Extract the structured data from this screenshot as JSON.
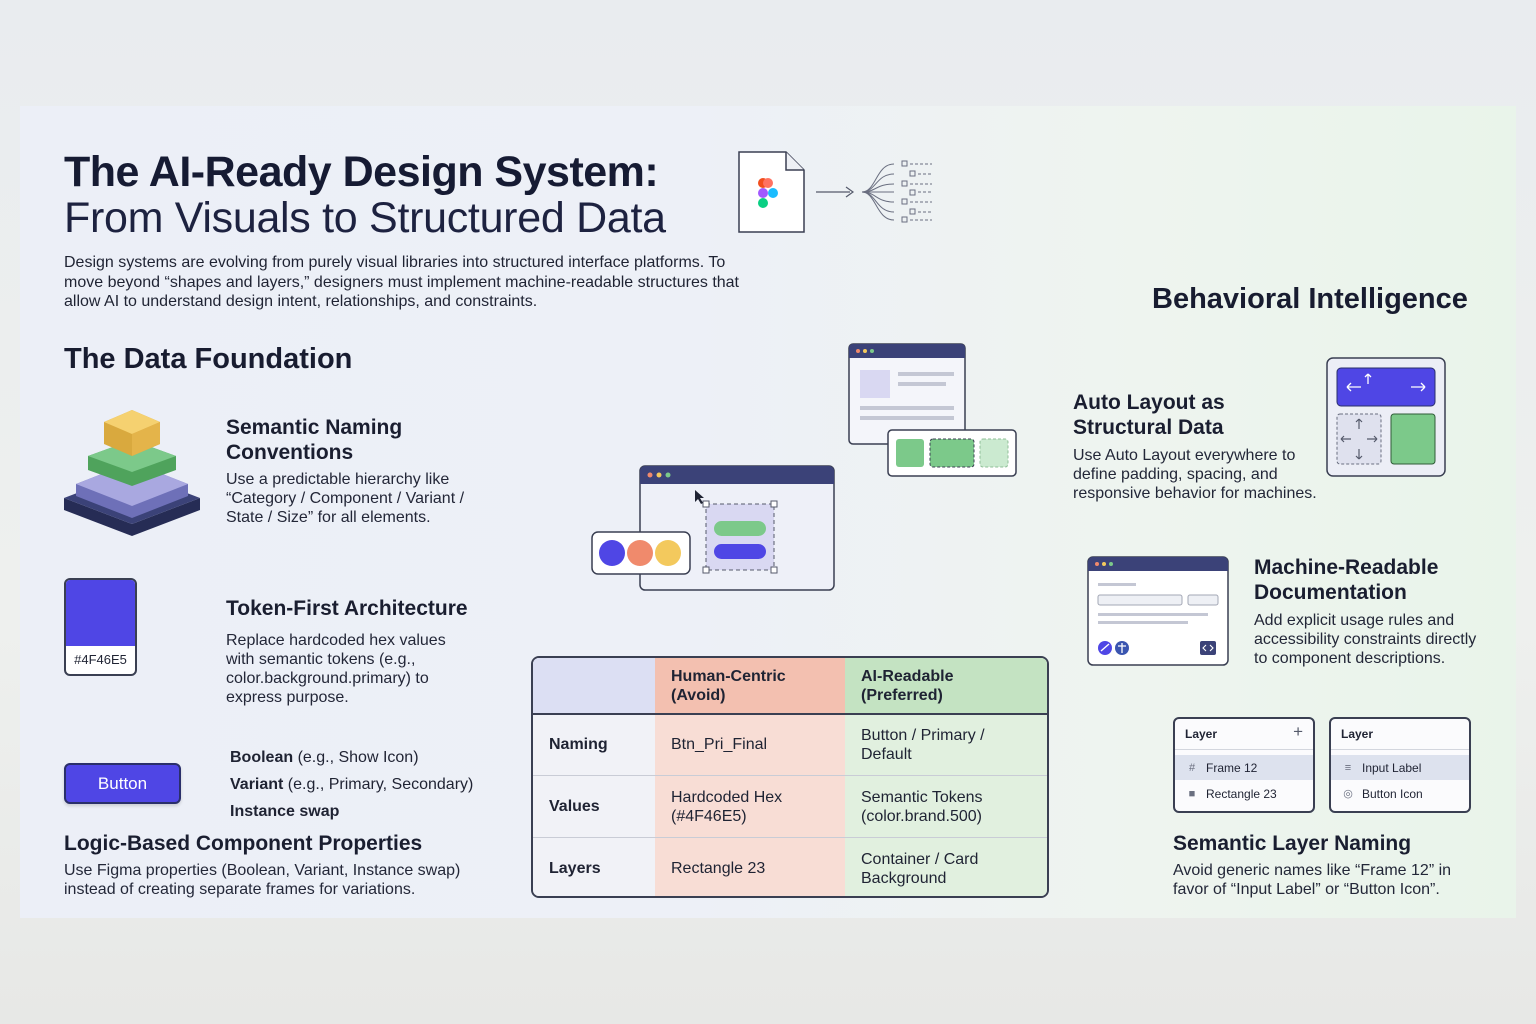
{
  "header": {
    "title_line1": "The AI-Ready Design System:",
    "title_line2": "From Visuals to Structured Data",
    "intro": "Design systems are evolving from purely visual libraries into structured interface platforms. To move beyond “shapes and layers,” designers must implement machine-readable structures that allow AI to understand design intent, relationships, and constraints."
  },
  "data_foundation": {
    "heading": "The Data Foundation",
    "semantic_naming": {
      "title": "Semantic Naming Conventions",
      "body": "Use a predictable hierarchy like “Category / Component / Variant / State / Size” for all elements."
    },
    "token_first": {
      "title": "Token-First Architecture",
      "body": "Replace hardcoded hex values with semantic tokens (e.g., color.background.primary) to express purpose.",
      "swatch_hex": "#4F46E5",
      "swatch_color": "#4f46e5"
    },
    "logic_props": {
      "button_label": "Button",
      "props": [
        {
          "bold": "Boolean",
          "rest": " (e.g., Show Icon)"
        },
        {
          "bold": "Variant",
          "rest": " (e.g., Primary, Secondary)"
        },
        {
          "bold": "Instance swap",
          "rest": ""
        }
      ],
      "title": "Logic-Based Component Properties",
      "body": "Use Figma properties (Boolean, Variant, Instance swap) instead of creating separate frames for variations."
    }
  },
  "comparison_table": {
    "headers": [
      "",
      "Human-Centric (Avoid)",
      "AI-Readable (Preferred)"
    ],
    "rows": [
      {
        "label": "Naming",
        "human": "Btn_Pri_Final",
        "ai": "Button / Primary / Default"
      },
      {
        "label": "Values",
        "human": "Hardcoded Hex (#4F46E5)",
        "ai": "Semantic Tokens (color.brand.500)"
      },
      {
        "label": "Layers",
        "human": "Rectangle 23",
        "ai": "Container / Card Background"
      }
    ]
  },
  "behavioral": {
    "heading": "Behavioral Intelligence",
    "auto_layout": {
      "title": "Auto Layout as Structural Data",
      "body": "Use Auto Layout everywhere to define padding, spacing, and responsive behavior for machines."
    },
    "documentation": {
      "title": "Machine-Readable Documentation",
      "body": "Add explicit usage rules and accessibility constraints directly to component descriptions."
    },
    "layer_naming": {
      "panel_before": {
        "title": "Layer",
        "rows": [
          {
            "icon": "frame-icon",
            "label": "Frame 12"
          },
          {
            "icon": "rectangle-icon",
            "label": "Rectangle 23"
          }
        ]
      },
      "panel_after": {
        "title": "Layer",
        "rows": [
          {
            "icon": "text-lines-icon",
            "label": "Input Label"
          },
          {
            "icon": "image-icon",
            "label": "Button Icon"
          }
        ]
      },
      "title": "Semantic Layer Naming",
      "body": "Avoid generic names like “Frame 12” in favor of “Input Label” or “Button Icon”."
    }
  },
  "colors": {
    "brand": "#4f46e5",
    "yellow": "#f3c95d",
    "green": "#7cc98a",
    "lavender": "#a9a8e0",
    "navy": "#343b6e",
    "coral": "#f08a6c",
    "outline": "#3a3f52"
  }
}
